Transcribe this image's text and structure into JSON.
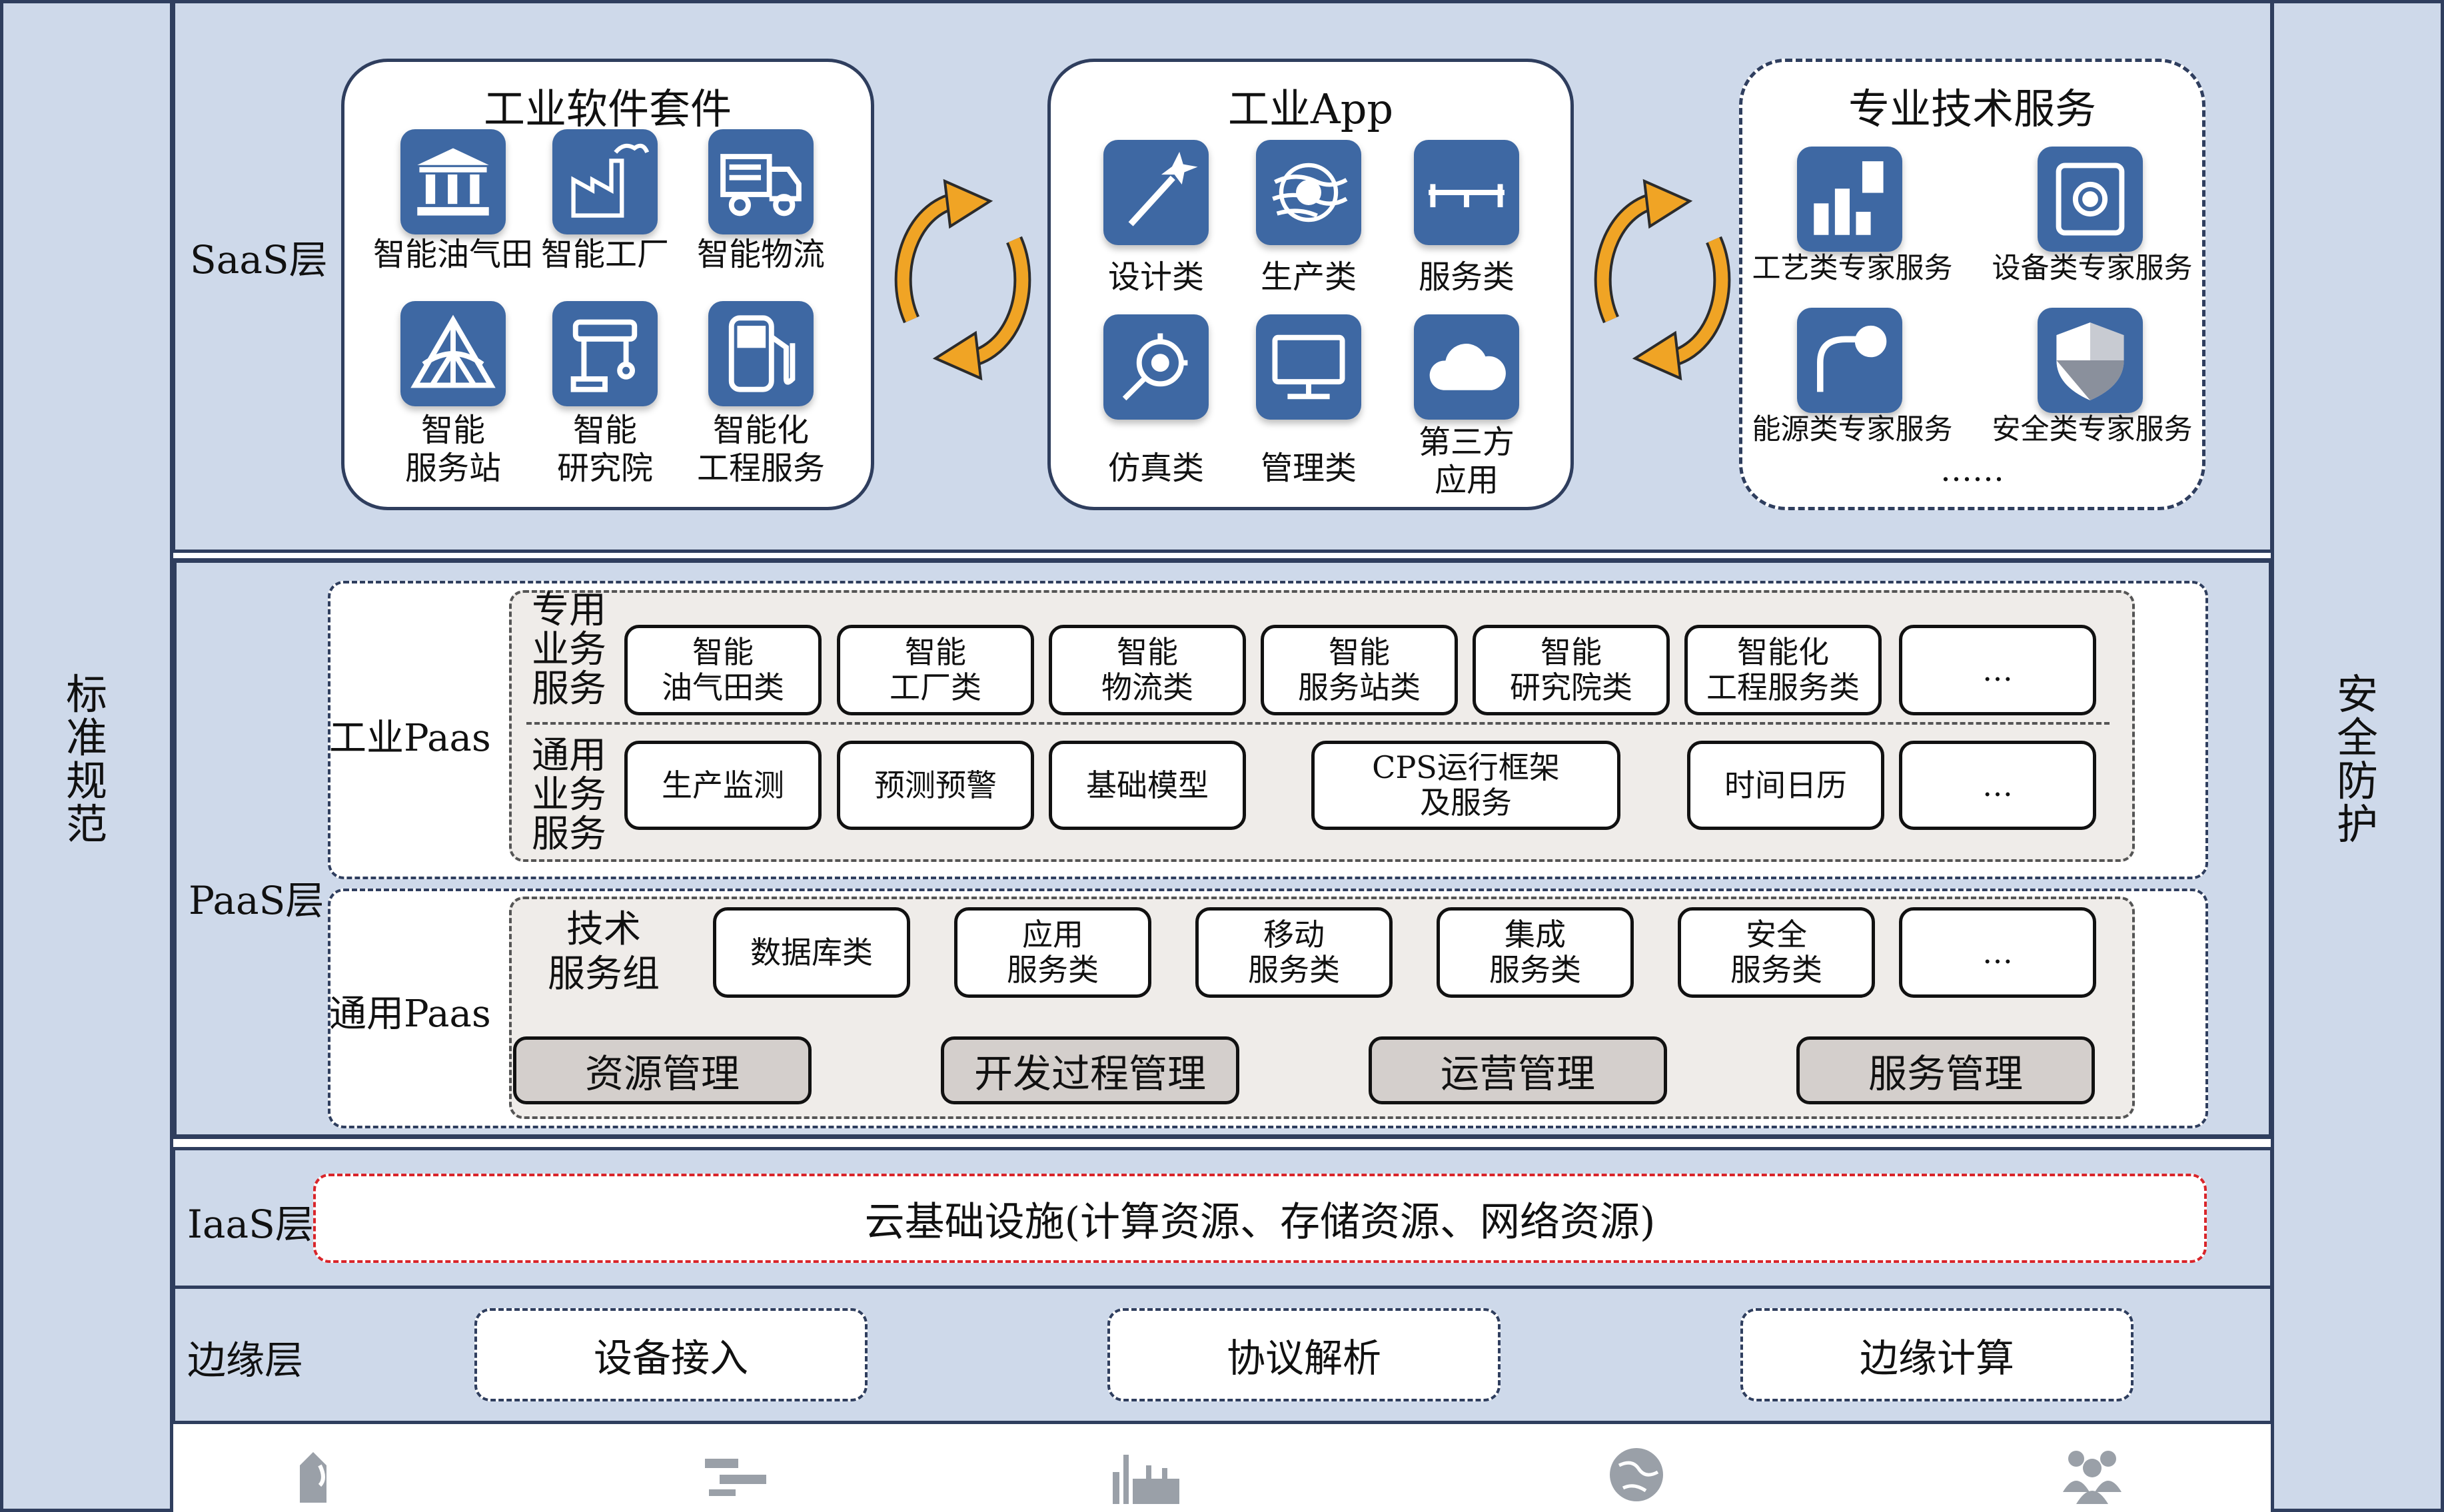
{
  "side": {
    "left": "标准规范",
    "right": "安全防护"
  },
  "layers": {
    "saas": "SaaS层",
    "paas": "PaaS层",
    "iaas": "IaaS层",
    "edge": "边缘层"
  },
  "saas": {
    "suite": {
      "title": "工业软件套件",
      "items": [
        {
          "label": "智能油气田",
          "icon": "building-icon"
        },
        {
          "label": "智能工厂",
          "icon": "factory-icon"
        },
        {
          "label": "智能物流",
          "icon": "truck-icon"
        },
        {
          "label": "智能\n服务站",
          "icon": "tent-icon"
        },
        {
          "label": "智能\n研究院",
          "icon": "robot-arm-icon"
        },
        {
          "label": "智能化\n工程服务",
          "icon": "fuel-pump-icon"
        }
      ]
    },
    "app": {
      "title": "工业App",
      "items": [
        {
          "label": "设计类",
          "icon": "magic-wand-icon"
        },
        {
          "label": "生产类",
          "icon": "gear-swirl-icon"
        },
        {
          "label": "服务类",
          "icon": "ruler-icon"
        },
        {
          "label": "仿真类",
          "icon": "target-icon"
        },
        {
          "label": "管理类",
          "icon": "monitor-icon"
        },
        {
          "label": "第三方\n应用",
          "icon": "cloud-icon"
        }
      ]
    },
    "expert": {
      "title": "专业技术服务",
      "items": [
        {
          "label": "工艺类专家服务",
          "icon": "bars-icon"
        },
        {
          "label": "设备类专家服务",
          "icon": "device-gear-icon"
        },
        {
          "label": "能源类专家服务",
          "icon": "energy-icon"
        },
        {
          "label": "安全类专家服务",
          "icon": "shield-icon"
        }
      ],
      "more": "……"
    }
  },
  "paas": {
    "industrial": {
      "label": "工业Paas",
      "special": {
        "label": "专用\n业务\n服务",
        "items": [
          "智能\n油气田类",
          "智能\n工厂类",
          "智能\n物流类",
          "智能\n服务站类",
          "智能\n研究院类",
          "智能化\n工程服务类",
          "…"
        ]
      },
      "general": {
        "label": "通用\n业务\n服务",
        "items": [
          "生产监测",
          "预测预警",
          "基础模型",
          "CPS运行框架\n及服务",
          "时间日历",
          "…"
        ]
      }
    },
    "common": {
      "label": "通用Paas",
      "tech": {
        "label": "技术\n服务组",
        "items": [
          "数据库类",
          "应用\n服务类",
          "移动\n服务类",
          "集成\n服务类",
          "安全\n服务类",
          "…"
        ]
      },
      "mgmt": [
        "资源管理",
        "开发过程管理",
        "运营管理",
        "服务管理"
      ]
    }
  },
  "iaas": {
    "text": "云基础设施(计算资源、存储资源、网络资源)"
  },
  "edge": {
    "items": [
      "设备接入",
      "协议解析",
      "边缘计算"
    ]
  },
  "bottom_icons": [
    "oil-drop-icon",
    "pipeline-icon",
    "refinery-icon",
    "globe-icon",
    "people-icon"
  ],
  "colors": {
    "band": "#ced9ea",
    "border": "#2f3e5e",
    "icon": "#3e68a3",
    "arrow": "#f0a425",
    "iaas_border": "#d9252a",
    "mgmt": "#d4cfcc"
  }
}
